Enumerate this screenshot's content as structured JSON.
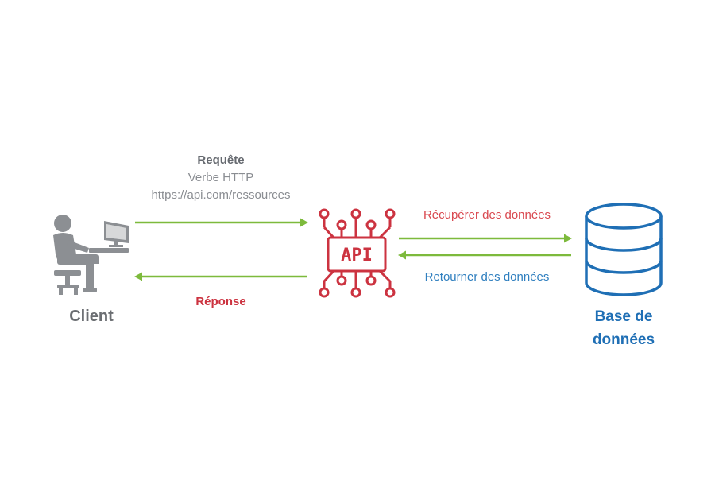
{
  "diagram": {
    "client_label": "Client",
    "request": {
      "title": "Requête",
      "verb_line": "Verbe HTTP",
      "url_line": "https://api.com/ressources"
    },
    "response_label": "Réponse",
    "api_label": "API",
    "fetch_label": "Récupérer des données",
    "return_label": "Retourner des données",
    "database_label_line1": "Base de",
    "database_label_line2": "données"
  },
  "colors": {
    "arrow": "#7dba3c",
    "client": "#8c8f93",
    "api": "#cc3340",
    "database": "#1f6fb5"
  }
}
